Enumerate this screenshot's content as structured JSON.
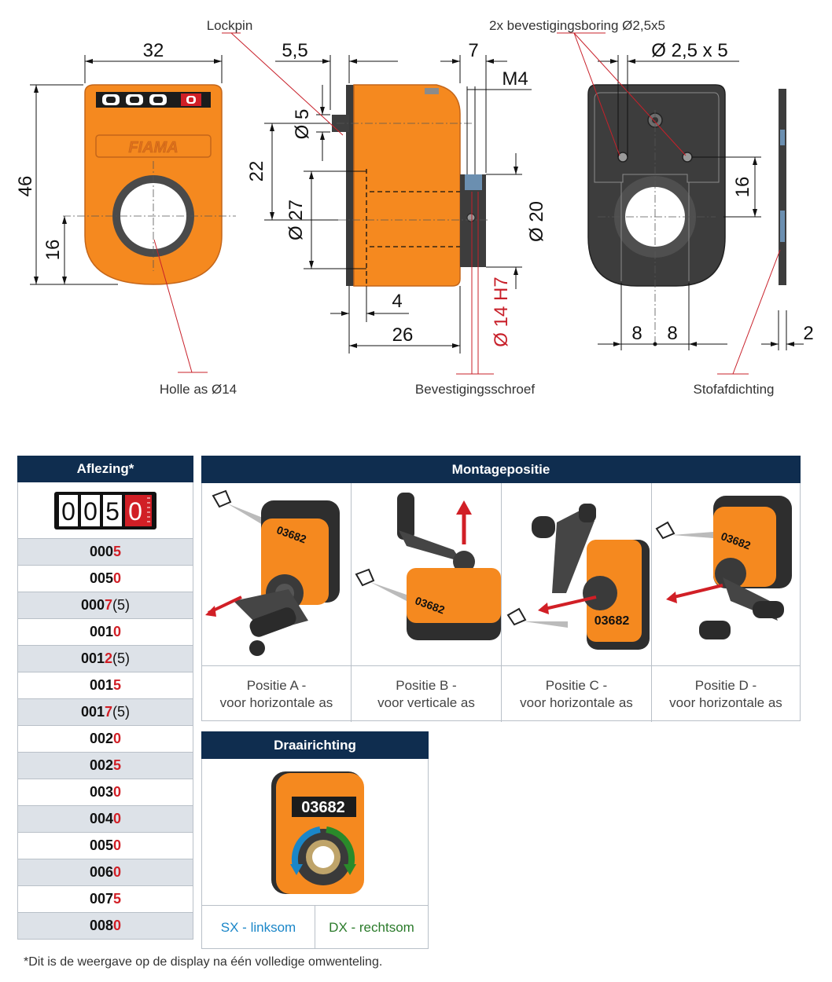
{
  "drawing": {
    "labels": {
      "lockpin": "Lockpin",
      "bevestigingsboring": "2x bevestigingsboring Ø2,5x5",
      "holle_as": "Holle as Ø14",
      "bevestigingsschroef": "Bevestigingsschroef",
      "stofafdichting": "Stofafdichting"
    },
    "dimensions": {
      "d32": "32",
      "d46": "46",
      "d16_front": "16",
      "d5_5": "5,5",
      "d5": "Ø 5",
      "d22": "22",
      "d27": "Ø 27",
      "d7": "7",
      "dM4": "M4",
      "d20": "Ø 20",
      "d14H7": "Ø 14 H7",
      "d4": "4",
      "d26": "26",
      "d2_5x5": "Ø 2,5 x 5",
      "d16_back": "16",
      "d8a": "8",
      "d8b": "8",
      "d2": "2"
    },
    "front_counter_digits": [
      "0",
      "0",
      "0",
      "0"
    ],
    "brand": "FIAMA"
  },
  "aflezing": {
    "title": "Aflezing*",
    "counter_digits": [
      "0",
      "0",
      "5",
      "0"
    ],
    "rows": [
      {
        "base": "000",
        "last": "5",
        "paren": ""
      },
      {
        "base": "005",
        "last": "0",
        "paren": ""
      },
      {
        "base": "000",
        "last": "7",
        "paren": "(5)"
      },
      {
        "base": "001",
        "last": "0",
        "paren": ""
      },
      {
        "base": "001",
        "last": "2",
        "paren": "(5)"
      },
      {
        "base": "001",
        "last": "5",
        "paren": ""
      },
      {
        "base": "001",
        "last": "7",
        "paren": "(5)"
      },
      {
        "base": "002",
        "last": "0",
        "paren": ""
      },
      {
        "base": "002",
        "last": "5",
        "paren": ""
      },
      {
        "base": "003",
        "last": "0",
        "paren": ""
      },
      {
        "base": "004",
        "last": "0",
        "paren": ""
      },
      {
        "base": "005",
        "last": "0",
        "paren": ""
      },
      {
        "base": "006",
        "last": "0",
        "paren": ""
      },
      {
        "base": "007",
        "last": "5",
        "paren": ""
      },
      {
        "base": "008",
        "last": "0",
        "paren": ""
      }
    ]
  },
  "montage": {
    "title": "Montagepositie",
    "display_value": "03682",
    "positions": [
      {
        "line1": "Positie A -",
        "line2": "voor horizontale as"
      },
      {
        "line1": "Positie B -",
        "line2": "voor verticale as"
      },
      {
        "line1": "Positie C -",
        "line2": "voor horizontale as"
      },
      {
        "line1": "Positie D -",
        "line2": "voor horizontale as"
      }
    ]
  },
  "draairichting": {
    "title": "Draairichting",
    "display_value": "03682",
    "sx": "SX - linksom",
    "dx": "DX - rechtsom",
    "colors": {
      "sx": "#1a86c8",
      "dx": "#2a8a2a"
    }
  },
  "footnote": "*Dit is de weergave op de display na één volledige omwenteling.",
  "colors": {
    "orange": "#f5891f",
    "navy": "#0f2d4f",
    "red": "#d11f26",
    "dark_gray": "#3d3d3d"
  }
}
